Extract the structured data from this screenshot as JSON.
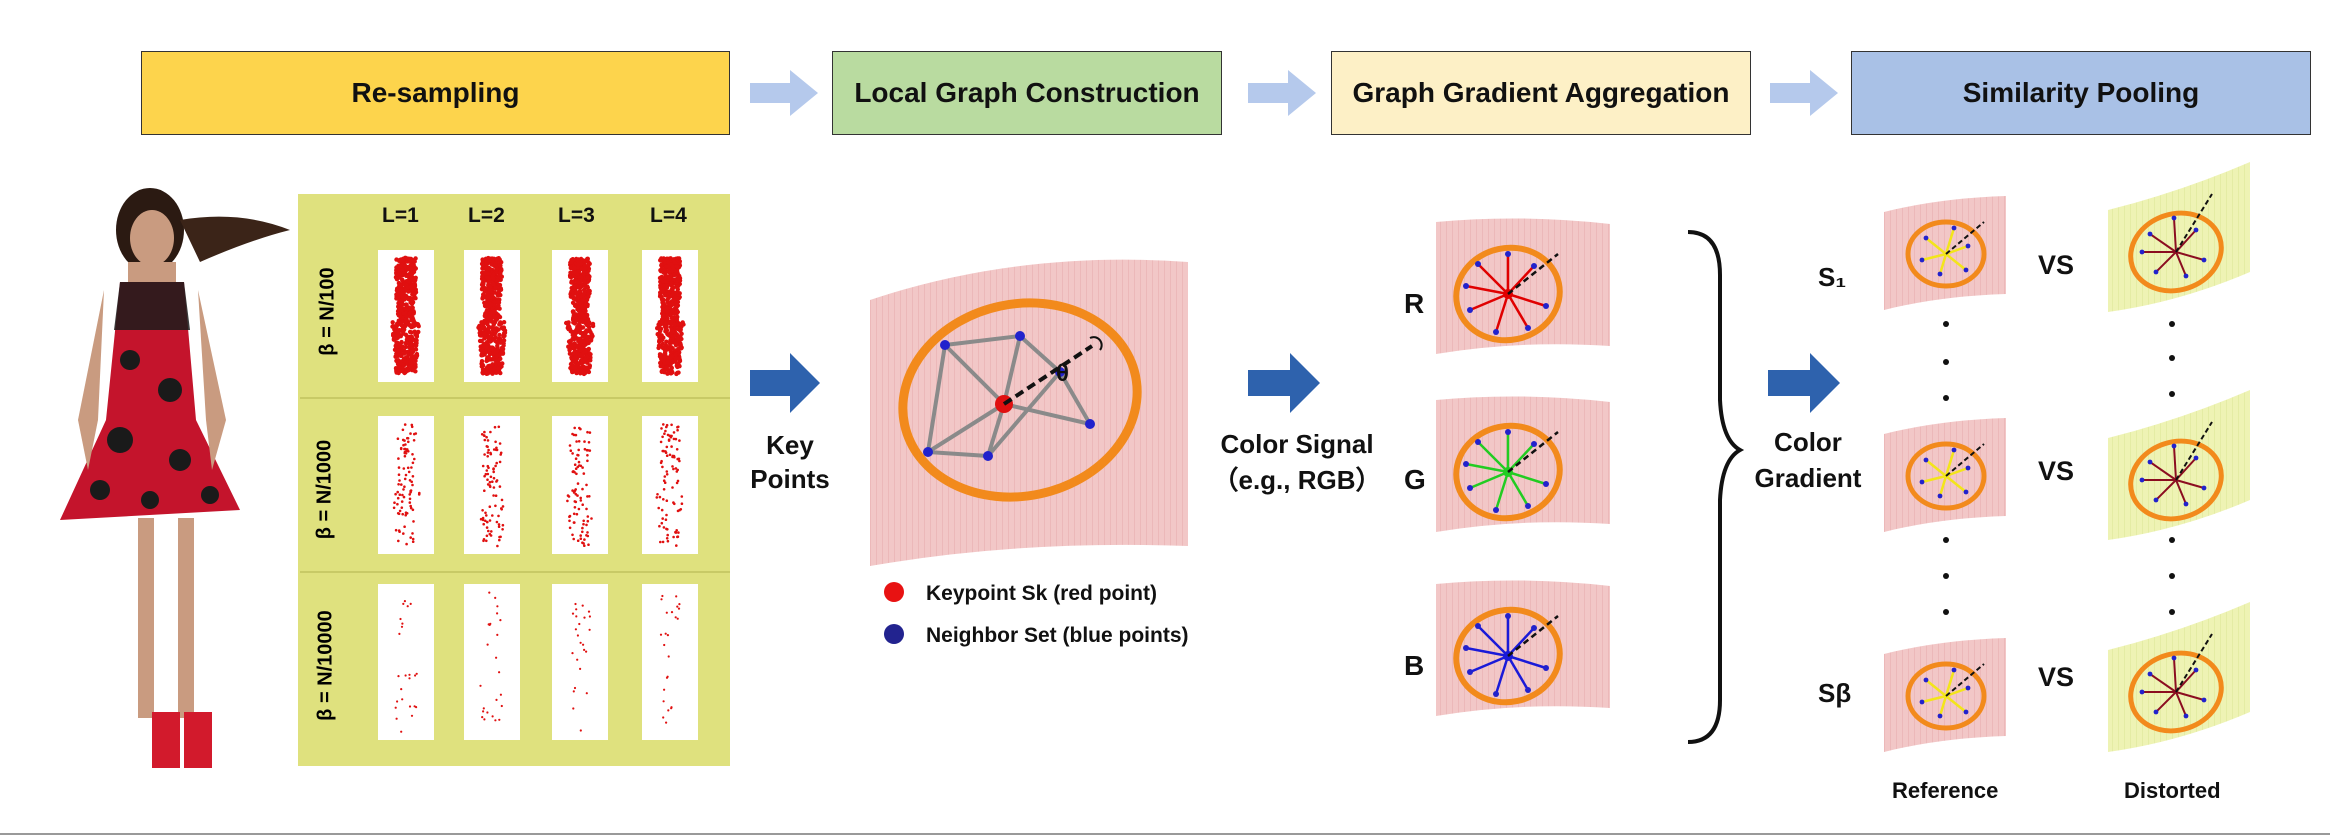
{
  "pipeline": {
    "steps": [
      {
        "label": "Re-sampling",
        "color": "#fdd44c"
      },
      {
        "label": "Local Graph Construction",
        "color": "#b9dba0"
      },
      {
        "label": "Graph Gradient Aggregation",
        "color": "#fdf0c6"
      },
      {
        "label": "Similarity Pooling",
        "color": "#a9c1e6"
      }
    ]
  },
  "resampling": {
    "col_labels": [
      "L=1",
      "L=2",
      "L=3",
      "L=4"
    ],
    "row_labels": [
      "β = N/100",
      "β = N/1000",
      "β = N/10000"
    ],
    "panel_color": "#dfe17e"
  },
  "graph": {
    "key_points": "Key\nPoints",
    "key_points_line1": "Key",
    "key_points_line2": "Points",
    "theta": "θ",
    "legend": {
      "keypoint": "Keypoint Sk (red point)",
      "neighbor": "Neighbor Set (blue points)"
    }
  },
  "gradient": {
    "color_signal_line1": "Color Signal",
    "color_signal_line2": "（e.g.,   RGB）",
    "channels": [
      "R",
      "G",
      "B"
    ],
    "channel_colors": [
      "#e00000",
      "#22cc22",
      "#1a1ad8"
    ]
  },
  "pooling": {
    "color_gradient_line1": "Color",
    "color_gradient_line2": "Gradient",
    "s1": "S₁",
    "sbeta": "Sβ",
    "vs": [
      "VS",
      "VS",
      "VS"
    ],
    "reference": "Reference",
    "distorted": "Distorted"
  }
}
